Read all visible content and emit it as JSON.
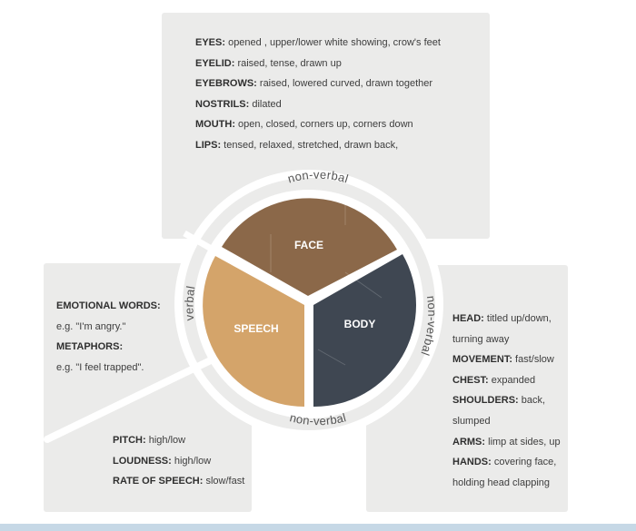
{
  "face_panel": [
    {
      "label": "EYES:",
      "text": " opened , upper/lower white showing, crow's feet"
    },
    {
      "label": "EYELID:",
      "text": " raised, tense, drawn up"
    },
    {
      "label": "EYEBROWS:",
      "text": " raised, lowered curved, drawn together"
    },
    {
      "label": "NOSTRILS:",
      "text": " dilated"
    },
    {
      "label": "MOUTH:",
      "text": " open, closed, corners up, corners down"
    },
    {
      "label": "LIPS:",
      "text": " tensed, relaxed, stretched, drawn back,"
    }
  ],
  "verbal_panel": [
    {
      "label": "EMOTIONAL WORDS:",
      "text": ""
    },
    {
      "label": "",
      "text": "e.g. \"I'm angry.\""
    },
    {
      "label": "METAPHORS:",
      "text": ""
    },
    {
      "label": "",
      "text": "e.g. \"I feel trapped\"."
    }
  ],
  "speech_panel": [
    {
      "label": "PITCH:",
      "text": " high/low"
    },
    {
      "label": "LOUDNESS:",
      "text": " high/low"
    },
    {
      "label": "RATE OF SPEECH:",
      "text": " slow/fast"
    }
  ],
  "body_panel": [
    {
      "label": "HEAD:",
      "text": " titled up/down,"
    },
    {
      "label": "",
      "text": "turning away"
    },
    {
      "label": "MOVEMENT:",
      "text": " fast/slow"
    },
    {
      "label": "CHEST:",
      "text": " expanded"
    },
    {
      "label": "SHOULDERS:",
      "text": " back,"
    },
    {
      "label": "",
      "text": "slumped"
    },
    {
      "label": "ARMS:",
      "text": " limp at sides, up"
    },
    {
      "label": "HANDS:",
      "text": " covering face,"
    },
    {
      "label": "",
      "text": "holding head clapping"
    }
  ],
  "wheel": {
    "segments": {
      "face": "FACE",
      "speech": "SPEECH",
      "body": "BODY"
    },
    "ring_labels": {
      "top": "non-verbal",
      "left": "verbal",
      "right": "non-verbal",
      "bottom": "non-verbal"
    },
    "colors": {
      "face": "#8b6849",
      "speech": "#d4a46a",
      "body": "#3f4752",
      "ring": "#ebebea",
      "panel": "#ebebea"
    }
  }
}
